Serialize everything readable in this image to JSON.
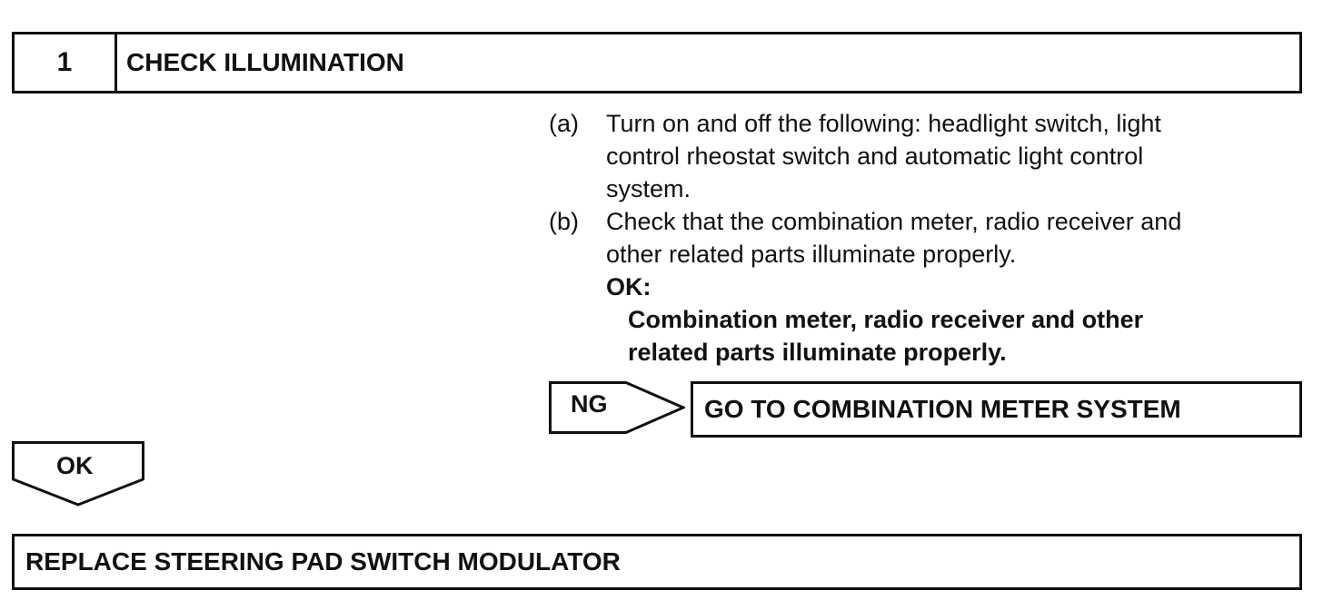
{
  "step": {
    "number": "1",
    "title": "CHECK ILLUMINATION"
  },
  "instructions": {
    "items": [
      {
        "letter": "(a)",
        "lines": [
          "Turn on and off the following: headlight switch, light",
          "control rheostat switch and automatic light control",
          "system."
        ]
      },
      {
        "letter": "(b)",
        "lines": [
          "Check that the combination meter, radio receiver and",
          "other related parts illuminate properly."
        ]
      }
    ],
    "ok_label": "OK:",
    "ok_lines": [
      "Combination meter, radio receiver and other",
      "related parts illuminate properly."
    ]
  },
  "ng": {
    "label": "NG",
    "result": "GO TO COMBINATION METER SYSTEM"
  },
  "ok": {
    "label": "OK"
  },
  "final": {
    "text": "REPLACE STEERING PAD SWITCH MODULATOR"
  }
}
